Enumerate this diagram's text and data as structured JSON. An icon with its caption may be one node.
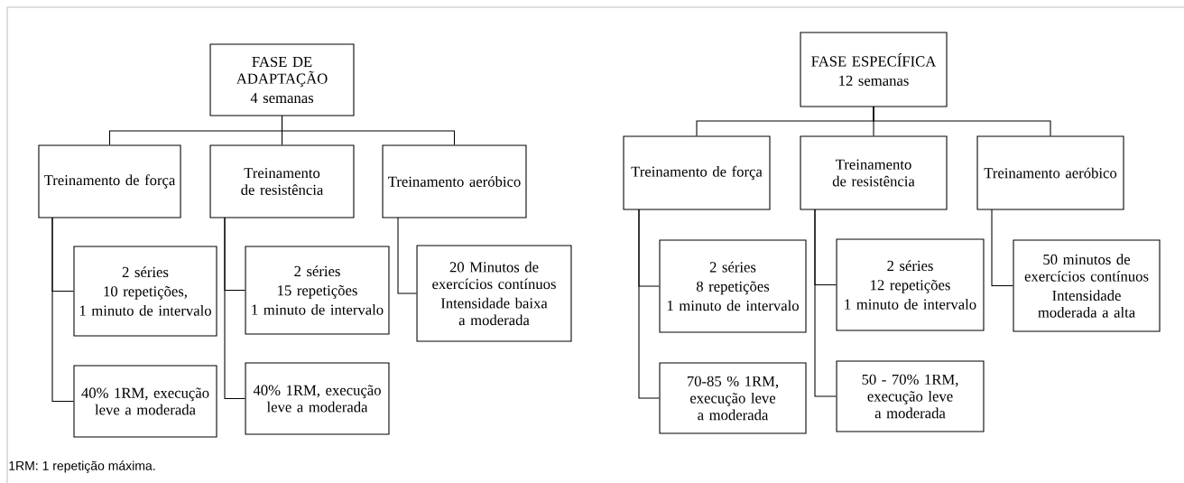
{
  "diagram": {
    "nodes": [
      {
        "text": [
          "FASE DE ADAPTAÇÃO",
          "4 semanas"
        ]
      },
      {
        "text": [
          "Treinamento de força"
        ]
      },
      {
        "text": [
          "Treinamento de resistência"
        ]
      },
      {
        "text": [
          "Treinamento aeróbico"
        ]
      },
      {
        "text": [
          "2 séries",
          "10 repetições,",
          "1 minuto de intervalo"
        ]
      },
      {
        "text": [
          "40% 1RM, execução leve a moderada"
        ]
      },
      {
        "text": [
          "2 séries",
          "15 repetições",
          "1 minuto de intervalo"
        ]
      },
      {
        "text": [
          "40% 1RM, execução leve a moderada"
        ]
      },
      {
        "text": [
          "20 Minutos de exercícios contínuos",
          "Intensidade baixa a moderada"
        ]
      },
      {
        "text": [
          "FASE ESPECÍFICA",
          "12 semanas"
        ]
      },
      {
        "text": [
          "Treinamento de força"
        ]
      },
      {
        "text": [
          "Treinamento de resistência"
        ]
      },
      {
        "text": [
          "Treinamento aeróbico"
        ]
      },
      {
        "text": [
          "2 séries",
          "8 repetições",
          "1 minuto de intervalo"
        ]
      },
      {
        "text": [
          "70-85 % 1RM, execução leve a moderada"
        ]
      },
      {
        "text": [
          "2 séries",
          "12 repetições",
          "1 minuto de intervalo"
        ]
      },
      {
        "text": [
          "50 - 70% 1RM, execução leve a moderada"
        ]
      },
      {
        "text": [
          "50 minutos de exercícios contínuos",
          "Intensidade moderada a alta"
        ]
      }
    ],
    "edges": [
      {
        "from": 0,
        "to": 1,
        "arrow": "none"
      },
      {
        "from": 0,
        "to": 2,
        "arrow": "none"
      },
      {
        "from": 0,
        "to": 3,
        "arrow": "none"
      },
      {
        "from": 1,
        "to": 4,
        "arrow": "none"
      },
      {
        "from": 1,
        "to": 5,
        "arrow": "none"
      },
      {
        "from": 2,
        "to": 6,
        "arrow": "none"
      },
      {
        "from": 2,
        "to": 7,
        "arrow": "none"
      },
      {
        "from": 3,
        "to": 8,
        "arrow": "none"
      },
      {
        "from": 9,
        "to": 10,
        "arrow": "none"
      },
      {
        "from": 9,
        "to": 11,
        "arrow": "none"
      },
      {
        "from": 9,
        "to": 12,
        "arrow": "none"
      },
      {
        "from": 10,
        "to": 13,
        "arrow": "none"
      },
      {
        "from": 10,
        "to": 14,
        "arrow": "none"
      },
      {
        "from": 11,
        "to": 15,
        "arrow": "none"
      },
      {
        "from": 11,
        "to": 16,
        "arrow": "none"
      },
      {
        "from": 12,
        "to": 17,
        "arrow": "none"
      }
    ],
    "labels": [
      "1RM: 1 repetição máxima."
    ]
  }
}
